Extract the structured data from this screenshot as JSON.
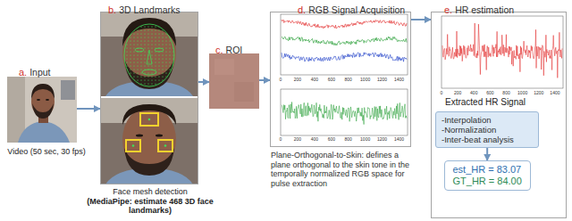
{
  "diagram": {
    "nodes": [
      {
        "text": [
          "a.",
          "Input",
          "Video (50 sec, 30 fps)"
        ]
      },
      {
        "text": [
          "b.",
          "3D Landmarks",
          "Face mesh detection",
          "(MediaPipe: estimate 468 3D face landmarks)"
        ]
      },
      {
        "text": [
          "c.",
          "ROI"
        ]
      },
      {
        "text": [
          "d.",
          "RGB Signal Acquisition",
          "Plane-Orthogonal-to-Skin: defines a plane orthogonal to the skin tone in the temporally normalized RGB space for pulse extraction"
        ]
      },
      {
        "text": [
          "e.",
          "HR estimation",
          "Extracted HR Signal"
        ]
      },
      {
        "text": [
          "-Interpolation",
          "-Normalization",
          "-Inter-beat analysis"
        ],
        "in": 4
      },
      {
        "text": [
          "est_HR = 83.07",
          "GT_HR = 84.00"
        ],
        "in": 4
      }
    ],
    "edges": [
      {
        "from": 0,
        "to": 1,
        "arrow": "to"
      },
      {
        "from": 1,
        "to": 2,
        "arrow": "to"
      },
      {
        "from": 2,
        "to": 3,
        "arrow": "to"
      },
      {
        "from": 3,
        "to": 4,
        "arrow": "to"
      },
      {
        "from": 5,
        "to": 6,
        "arrow": "to"
      }
    ],
    "labels": [
      "0",
      "200",
      "400",
      "600",
      "800",
      "1000",
      "1200",
      "1400",
      "0",
      "200",
      "400",
      "600",
      "800",
      "1000",
      "1200",
      "1400",
      "0",
      "200",
      "400",
      "600",
      "800",
      "1000",
      "1200",
      "1400"
    ]
  }
}
